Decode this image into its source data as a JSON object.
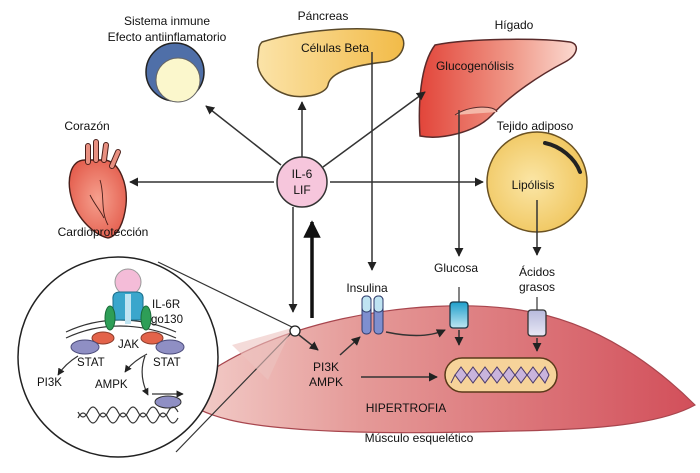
{
  "organs": {
    "immune": {
      "title_line1": "Sistema inmune",
      "title_line2": "Efecto antiinflamatorio"
    },
    "pancreas": {
      "title": "Páncreas",
      "inner": "Células Beta"
    },
    "liver": {
      "title": "Hígado",
      "inner": "Glucogenólisis"
    },
    "adipose": {
      "title": "Tejido adiposo",
      "inner": "Lipólisis"
    },
    "heart": {
      "title": "Corazón",
      "caption": "Cardioprotección"
    }
  },
  "center": {
    "line1": "IL-6",
    "line2": "LIF"
  },
  "inset": {
    "receptor_line1": "IL-6R",
    "receptor_line2": "go130",
    "jak": "JAK",
    "stat_left": "STAT",
    "stat_right": "STAT",
    "pi3k": "PI3K",
    "ampk": "AMPK"
  },
  "muscle": {
    "signal_line1": "PI3K",
    "signal_line2": "AMPK",
    "insulin": "Insulina",
    "glucose": "Glucosa",
    "fatty_acids_line1": "Ácidos",
    "fatty_acids_line2": "grasos",
    "hypertrophy": "HIPERTROFIA",
    "caption": "Músculo esquelético"
  },
  "colors": {
    "pancreas": "#f3c45a",
    "liver": "#e8554a",
    "adipose": "#f2cc66",
    "heart": "#ec6f5f",
    "center_node": "#f6c6dc",
    "muscle": "#d9636d",
    "glucose_transporter": "#2aa8cf",
    "insulin_receptor": "#7e8fcf"
  }
}
